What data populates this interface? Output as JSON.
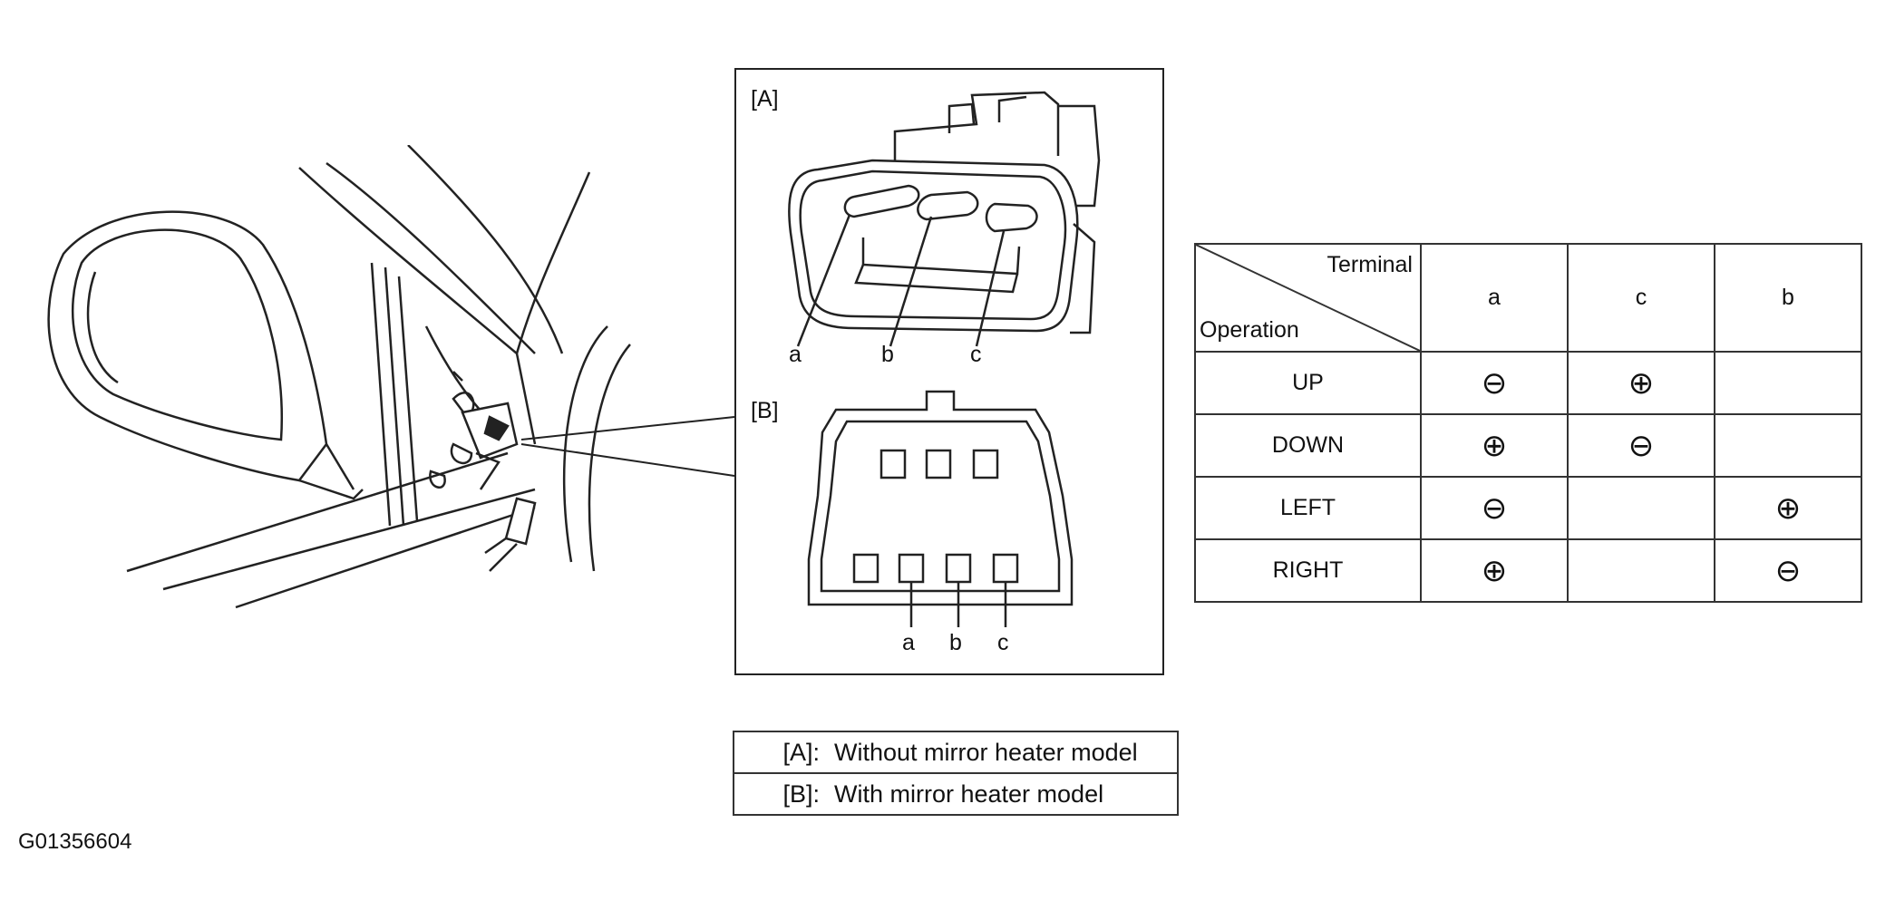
{
  "callouts": {
    "a": "[A]",
    "b": "[B]"
  },
  "connector_a": {
    "pins": [
      "a",
      "b",
      "c"
    ]
  },
  "connector_b": {
    "pins": [
      "a",
      "b",
      "c"
    ]
  },
  "table": {
    "terminal_header": "Terminal",
    "operation_header": "Operation",
    "columns": [
      "a",
      "c",
      "b"
    ],
    "rows": [
      {
        "operation": "UP",
        "cells": [
          "⊖",
          "⊕",
          ""
        ]
      },
      {
        "operation": "DOWN",
        "cells": [
          "⊕",
          "⊖",
          ""
        ]
      },
      {
        "operation": "LEFT",
        "cells": [
          "⊖",
          "",
          "⊕"
        ]
      },
      {
        "operation": "RIGHT",
        "cells": [
          "⊕",
          "",
          "⊖"
        ]
      }
    ]
  },
  "legend": [
    {
      "key": "[A]:",
      "value": "Without mirror heater model"
    },
    {
      "key": "[B]:",
      "value": "With mirror heater model"
    }
  ],
  "figure_id": "G01356604"
}
